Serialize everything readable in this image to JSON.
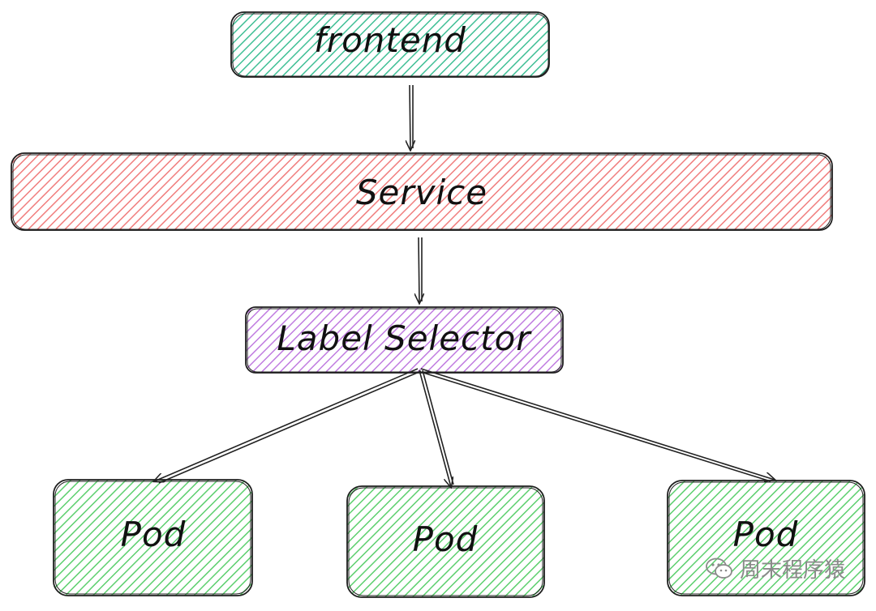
{
  "nodes": {
    "frontend": {
      "label": "frontend",
      "fill": "#3fbf95"
    },
    "service": {
      "label": "Service",
      "fill": "#f07d7d"
    },
    "selector": {
      "label": "Label Selector",
      "fill": "#c07ce0"
    },
    "pods": [
      {
        "label": "Pod",
        "fill": "#5ccf6e"
      },
      {
        "label": "Pod",
        "fill": "#5ccf6e"
      },
      {
        "label": "Pod",
        "fill": "#5ccf6e"
      }
    ]
  },
  "edges": [
    {
      "from": "frontend",
      "to": "service"
    },
    {
      "from": "service",
      "to": "selector"
    },
    {
      "from": "selector",
      "to": "pod-1"
    },
    {
      "from": "selector",
      "to": "pod-2"
    },
    {
      "from": "selector",
      "to": "pod-3"
    }
  ],
  "watermark": {
    "text": "周末程序猿",
    "icon": "wechat-icon"
  }
}
